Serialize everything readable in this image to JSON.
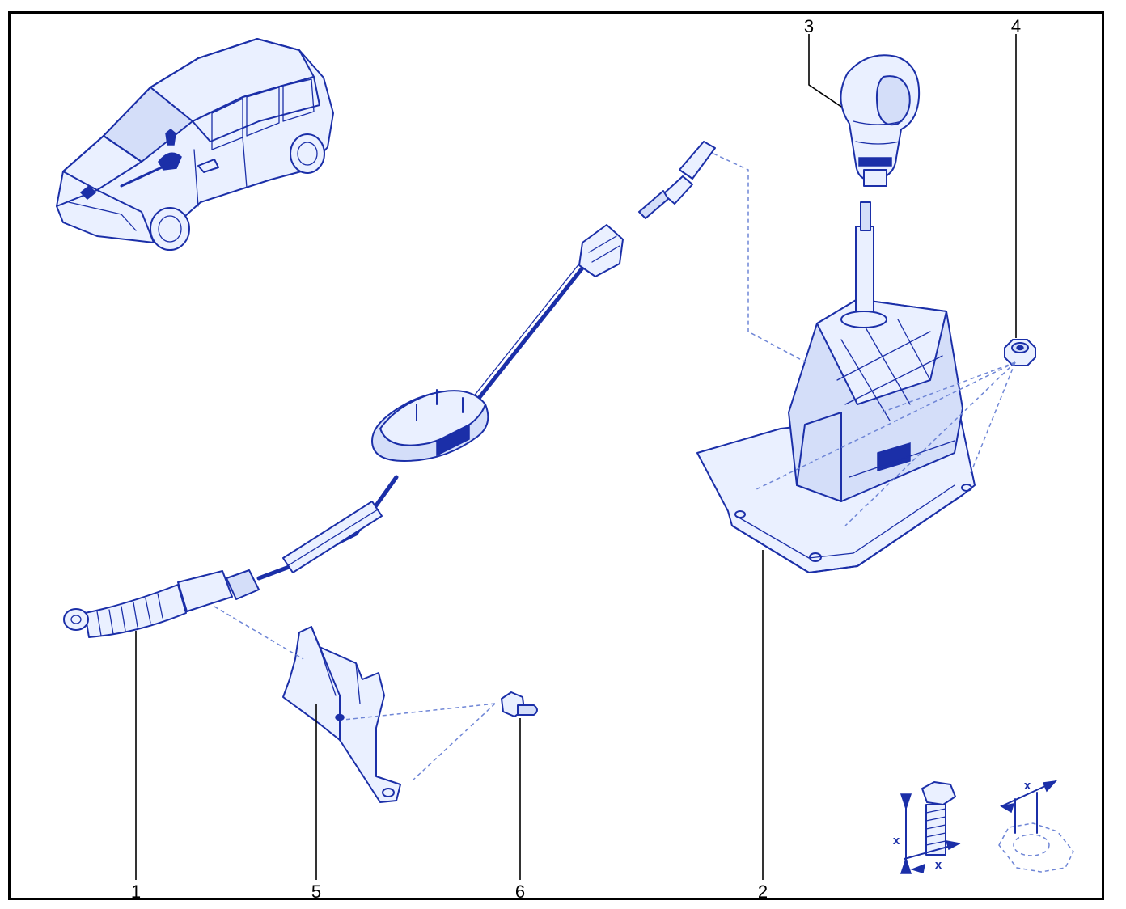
{
  "callouts": [
    {
      "label": "1"
    },
    {
      "label": "2"
    },
    {
      "label": "3"
    },
    {
      "label": "4"
    },
    {
      "label": "5"
    },
    {
      "label": "6"
    }
  ],
  "dimension_symbol": "x",
  "colors": {
    "ink": "#1b2fa8",
    "frame": "#000000",
    "background": "#ffffff"
  }
}
